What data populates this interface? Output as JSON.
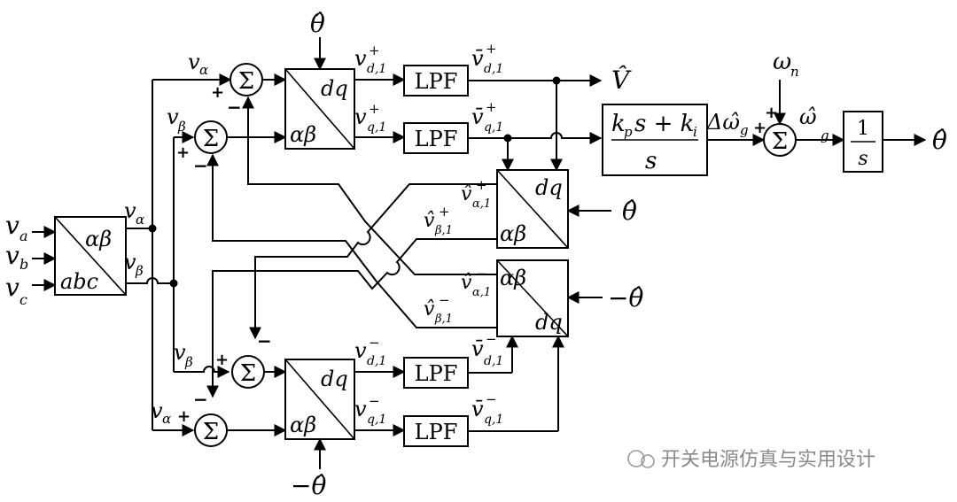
{
  "inputs": {
    "va": "v",
    "va_sub": "a",
    "vb": "v",
    "vb_sub": "b",
    "vc": "v",
    "vc_sub": "c"
  },
  "clarke": {
    "top": "αβ",
    "bottom": "abc"
  },
  "signals": {
    "v": "v",
    "alpha": "α",
    "beta": "β",
    "theta_hat": "θ̂",
    "neg_theta_hat": "−θ̂",
    "v_hat_out": "V̂",
    "theta_hat_out": "θ̂",
    "omega_n": "ω",
    "omega_n_sub": "n",
    "d_omega_g": "Δω̂",
    "omega_g_sub": "g",
    "omega_g": "ω̂",
    "vd1p": "v",
    "vd1p_sub": "d,1",
    "vd1p_sup": "+",
    "vq1p": "v",
    "vq1p_sub": "q,1",
    "vq1p_sup": "+",
    "vd1n": "v",
    "vd1n_sub": "d,1",
    "vd1n_sup": "−",
    "vq1n": "v",
    "vq1n_sub": "q,1",
    "vq1n_sup": "−",
    "vbar_d1p": "v̄",
    "vbar_q1p": "v̄",
    "vbar_d1n": "v̄",
    "vbar_q1n": "v̄",
    "va1p": "v̂",
    "va1p_sub": "α,1",
    "va1p_sup": "+",
    "vb1p": "v̂",
    "vb1p_sub": "β,1",
    "vb1p_sup": "+",
    "va1n": "v̂",
    "va1n_sub": "α,1",
    "va1n_sup": "−",
    "vb1n": "v̂",
    "vb1n_sub": "β,1",
    "vb1n_sup": "−"
  },
  "blocks": {
    "lpf": "LPF",
    "park_dq": "dq",
    "park_ab": "αβ",
    "sum": "Σ",
    "pi_num": "k",
    "pi_num_sub_p": "p",
    "pi_num_mid": "s + k",
    "pi_num_sub_i": "i",
    "pi_den": "s",
    "integ_num": "1",
    "integ_den": "s"
  },
  "signs": {
    "plus": "+",
    "minus": "−"
  },
  "watermark": "开关电源仿真与实用设计"
}
